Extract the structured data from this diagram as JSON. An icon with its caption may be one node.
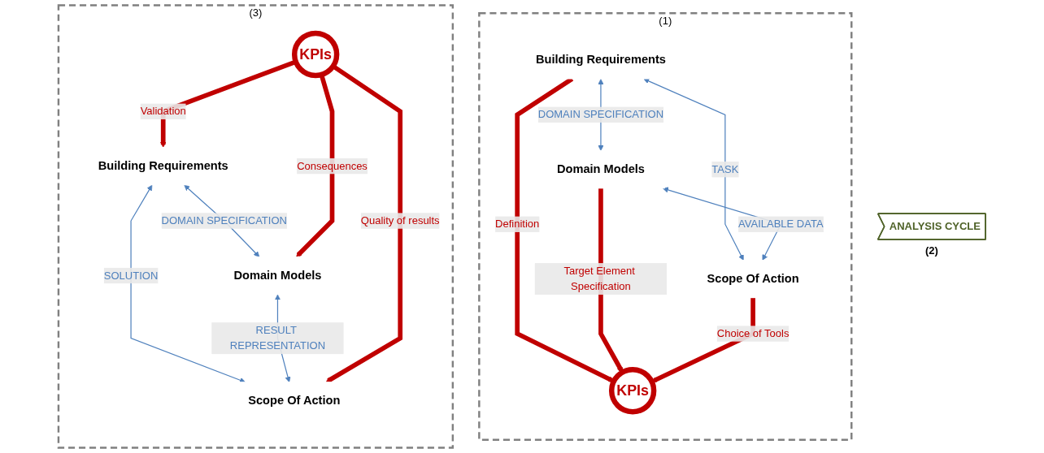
{
  "diagram": {
    "nodes": [
      {
        "text": [
          "(1)"
        ]
      },
      {
        "text": [
          "Building Requirements"
        ],
        "in": 0
      },
      {
        "text": [
          "KPIs"
        ],
        "in": 0
      },
      {
        "text": [
          "Domain Models"
        ],
        "in": 0
      },
      {
        "text": [
          "Scope Of Action"
        ],
        "in": 0
      },
      {
        "text": [
          "ANALYSIS CYCLE"
        ],
        "beside": [
          "(2)"
        ]
      },
      {
        "text": [
          "(3)"
        ]
      },
      {
        "text": [
          "Building Requirements"
        ],
        "in": 6
      },
      {
        "text": [
          "KPIs"
        ],
        "in": 6
      },
      {
        "text": [
          "Domain Models"
        ],
        "in": 6
      },
      {
        "text": [
          "Scope Of Action"
        ],
        "in": 6
      }
    ],
    "edges": [
      {
        "from": 1,
        "to": 3,
        "arrow": "both",
        "label": "DOMAIN SPECIFICATION",
        "color": "#4f81bd"
      },
      {
        "from": 1,
        "to": 4,
        "arrow": "both",
        "label": "TASK",
        "color": "#4f81bd"
      },
      {
        "from": 3,
        "to": 4,
        "arrow": "both",
        "label": "AVAILABLE DATA",
        "color": "#4f81bd"
      },
      {
        "from": 1,
        "to": 2,
        "arrow": "to",
        "label": "Definition",
        "style": "thick",
        "color": "#c00000"
      },
      {
        "from": 3,
        "to": 2,
        "arrow": "to",
        "label": "Target Element Specification",
        "style": "thick",
        "color": "#c00000"
      },
      {
        "from": 4,
        "to": 2,
        "arrow": "to",
        "label": "Choice of Tools",
        "style": "thick",
        "color": "#c00000"
      },
      {
        "from": 7,
        "to": 9,
        "arrow": "both",
        "label": "DOMAIN SPECIFICATION",
        "color": "#4f81bd"
      },
      {
        "from": 7,
        "to": 10,
        "arrow": "both",
        "label": "SOLUTION",
        "color": "#4f81bd"
      },
      {
        "from": 9,
        "to": 10,
        "arrow": "both",
        "label": "RESULT REPRESENTATION",
        "color": "#4f81bd"
      },
      {
        "from": 8,
        "to": 7,
        "arrow": "to",
        "label": "Validation",
        "style": "thick",
        "color": "#c00000"
      },
      {
        "from": 8,
        "to": 9,
        "arrow": "to",
        "label": "Consequences",
        "style": "thick",
        "color": "#c00000"
      },
      {
        "from": 8,
        "to": 10,
        "arrow": "to",
        "label": "Quality of results",
        "style": "thick",
        "color": "#c00000"
      }
    ]
  }
}
